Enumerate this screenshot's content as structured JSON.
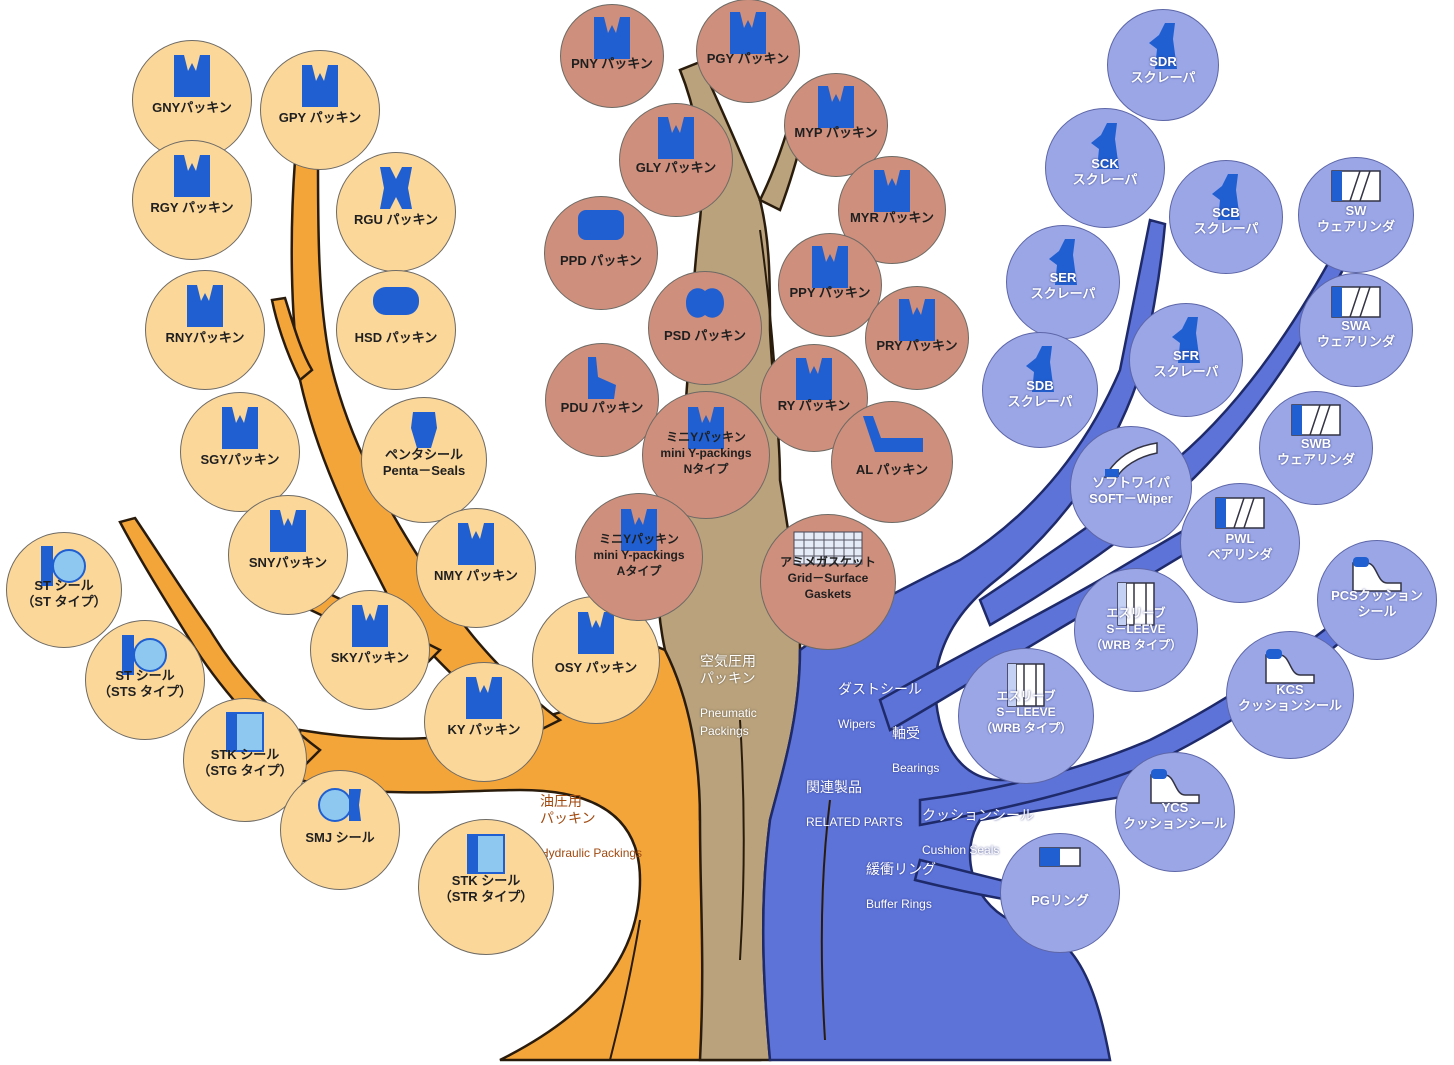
{
  "colors": {
    "hydraulic_fill": "#fbd79a",
    "hydraulic_branch": "#f4a53a",
    "pneumatic_fill": "#cf8f7d",
    "pneumatic_branch": "#b9a27c",
    "related_fill": "#9aa6e6",
    "related_branch": "#5d73d8",
    "seal_blue": "#1f5fd1"
  },
  "branches": {
    "hydraulic": {
      "jp": "油圧用\nパッキン",
      "en": "Hydraulic  Packings"
    },
    "pneumatic": {
      "jp": "空気圧用\nパッキン",
      "en": "Pneumatic\nPackings"
    },
    "related": {
      "jp": "関連製品",
      "en": "RELATED PARTS"
    },
    "wipers": {
      "jp": "ダストシール",
      "en": "Wipers"
    },
    "bearings": {
      "jp": "軸受",
      "en": "Bearings"
    },
    "cushion": {
      "jp": "クッションシール",
      "en": "Cushion Seals"
    },
    "buffer": {
      "jp": "緩衝リング",
      "en": "Buffer Rings"
    }
  },
  "hydraulic_nodes": [
    {
      "id": "gny",
      "label": "GNYパッキン",
      "icon": "y-packing-icon"
    },
    {
      "id": "gpy",
      "label": "GPY  パッキン",
      "icon": "y-packing-icon"
    },
    {
      "id": "rgy",
      "label": "RGY パッキン",
      "icon": "y-packing-icon"
    },
    {
      "id": "rgu",
      "label": "RGU  パッキン",
      "icon": "u-packing-icon"
    },
    {
      "id": "rny",
      "label": "RNYパッキン",
      "icon": "y-packing-icon"
    },
    {
      "id": "hsd",
      "label": "HSD  パッキン",
      "icon": "hsd-profile-icon"
    },
    {
      "id": "sgy",
      "label": "SGYパッキン",
      "icon": "y-packing-icon"
    },
    {
      "id": "penta",
      "label": "ペンタシール\nPenta－Seals",
      "icon": "penta-seal-icon"
    },
    {
      "id": "sny",
      "label": "SNYパッキン",
      "icon": "y-packing-icon"
    },
    {
      "id": "nmy",
      "label": "NMY  パッキン",
      "icon": "y-packing-icon"
    },
    {
      "id": "sky",
      "label": "SKYパッキン",
      "icon": "y-packing-icon"
    },
    {
      "id": "osy",
      "label": "OSY  パッキン",
      "icon": "y-packing-icon"
    },
    {
      "id": "ky",
      "label": "KY パッキン",
      "icon": "y-packing-icon"
    },
    {
      "id": "st1",
      "label": "ST  シール\n（ST タイプ）",
      "icon": "st-seal-icon"
    },
    {
      "id": "st2",
      "label": "ST  シール\n（STS  タイプ）",
      "icon": "st-seal-icon"
    },
    {
      "id": "stk1",
      "label": "STK  シール\n（STG タイプ）",
      "icon": "stk-seal-icon"
    },
    {
      "id": "smj",
      "label": "SMJ  シール",
      "icon": "smj-seal-icon"
    },
    {
      "id": "stk2",
      "label": "STK シール\n（STR タイプ）",
      "icon": "stk-seal-icon"
    }
  ],
  "pneumatic_nodes": [
    {
      "id": "pny",
      "label": "PNY  パッキン",
      "icon": "y-packing-icon"
    },
    {
      "id": "pgy",
      "label": "PGY  パッキン",
      "icon": "y-packing-icon"
    },
    {
      "id": "myp",
      "label": "MYP  パッキン",
      "icon": "y-packing-icon"
    },
    {
      "id": "gly",
      "label": "GLY  パッキン",
      "icon": "y-packing-icon"
    },
    {
      "id": "myr",
      "label": "MYR  パッキン",
      "icon": "y-packing-icon"
    },
    {
      "id": "ppd",
      "label": "PPD  パッキン",
      "icon": "ppd-profile-icon"
    },
    {
      "id": "ppy",
      "label": "PPY  パッキン",
      "icon": "y-packing-icon"
    },
    {
      "id": "psd",
      "label": "PSD  パッキン",
      "icon": "psd-profile-icon"
    },
    {
      "id": "pry",
      "label": "PRY  パッキン",
      "icon": "y-packing-icon"
    },
    {
      "id": "pdu",
      "label": "PDU  パッキン",
      "icon": "pdu-profile-icon"
    },
    {
      "id": "ry",
      "label": "RY  パッキン",
      "icon": "y-packing-icon"
    },
    {
      "id": "mini_n",
      "label": "ミニYパッキン\nmini Y-packings\nNタイプ",
      "icon": "y-packing-icon"
    },
    {
      "id": "al",
      "label": "AL  パッキン",
      "icon": "al-profile-icon"
    },
    {
      "id": "mini_a",
      "label": "ミニYパッキン\nmini Y-packings\nAタイプ",
      "icon": "y-packing-icon"
    },
    {
      "id": "grid",
      "label": "アミメガスケット\nGrid－Surface\nGaskets",
      "icon": "grid-gasket-icon"
    }
  ],
  "related_nodes": [
    {
      "id": "sdr",
      "label": "SDR\nスクレーパ",
      "icon": "scraper-icon"
    },
    {
      "id": "sck",
      "label": "SCK\nスクレーパ",
      "icon": "scraper-icon"
    },
    {
      "id": "scb",
      "label": "SCB\nスクレーパ",
      "icon": "scraper-icon"
    },
    {
      "id": "sw",
      "label": "SW\nウェアリンダ",
      "icon": "wear-ring-icon"
    },
    {
      "id": "ser",
      "label": "SER\nスクレーパ",
      "icon": "scraper-icon"
    },
    {
      "id": "swa",
      "label": "SWA\nウェアリンダ",
      "icon": "wear-ring-icon"
    },
    {
      "id": "sfr",
      "label": "SFR\nスクレーパ",
      "icon": "scraper-icon"
    },
    {
      "id": "sdb",
      "label": "SDB\nスクレーパ",
      "icon": "scraper-icon"
    },
    {
      "id": "swb",
      "label": "SWB\nウェアリンダ",
      "icon": "wear-ring-icon"
    },
    {
      "id": "soft",
      "label": "ソフトワイパ\nSOFT－Wiper",
      "icon": "soft-wiper-icon"
    },
    {
      "id": "pwl",
      "label": "PWL\nベアリンダ",
      "icon": "wear-ring-icon"
    },
    {
      "id": "pcs",
      "label": "PCSクッション\nシール",
      "icon": "cushion-seal-icon"
    },
    {
      "id": "sleeve1",
      "label": "エスリーブ\nS－LEEVE\n（WRB  タイプ）",
      "icon": "sleeve-icon"
    },
    {
      "id": "kcs",
      "label": "KCS\nクッションシール",
      "icon": "cushion-seal-icon"
    },
    {
      "id": "sleeve2",
      "label": "エスリーブ\nS－LEEVE\n（WRB  タイプ）",
      "icon": "sleeve-icon"
    },
    {
      "id": "ycs",
      "label": "YCS\nクッションシール",
      "icon": "cushion-seal-icon"
    },
    {
      "id": "pg",
      "label": "PGリング",
      "icon": "buffer-ring-icon"
    }
  ]
}
